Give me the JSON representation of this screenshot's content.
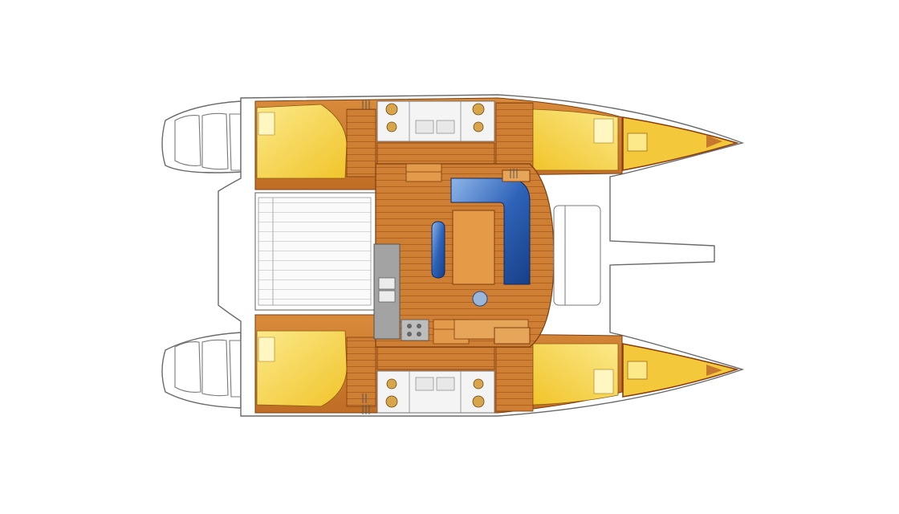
{
  "diagram": {
    "type": "catamaran-layout-plan",
    "view": "top",
    "zones": [
      {
        "id": "stern-cabin-port",
        "kind": "berth"
      },
      {
        "id": "stern-cabin-starboard",
        "kind": "berth"
      },
      {
        "id": "bow-cabin-port",
        "kind": "berth"
      },
      {
        "id": "bow-cabin-starboard",
        "kind": "berth"
      },
      {
        "id": "forepeak-port",
        "kind": "locker"
      },
      {
        "id": "forepeak-starboard",
        "kind": "locker"
      },
      {
        "id": "head-port-aft",
        "kind": "bathroom"
      },
      {
        "id": "head-port-fwd",
        "kind": "bathroom"
      },
      {
        "id": "head-starboard-aft",
        "kind": "bathroom"
      },
      {
        "id": "head-starboard-fwd",
        "kind": "bathroom"
      },
      {
        "id": "saloon",
        "kind": "saloon"
      },
      {
        "id": "galley",
        "kind": "galley"
      },
      {
        "id": "dinette",
        "kind": "seating"
      },
      {
        "id": "cockpit",
        "kind": "deck"
      },
      {
        "id": "trampoline",
        "kind": "deck"
      }
    ],
    "colors": {
      "wood": "#c8782e",
      "wood_dark": "#a9581c",
      "wood_light": "#e09a48",
      "berth": "#f6d13f",
      "berth_light": "#fbe98a",
      "upholstery": "#1f4f9e",
      "upholstery_light": "#5c8fd6",
      "galley_counter": "#9a9a9a",
      "deck": "#ffffff",
      "outline": "#5a5a5a"
    }
  }
}
